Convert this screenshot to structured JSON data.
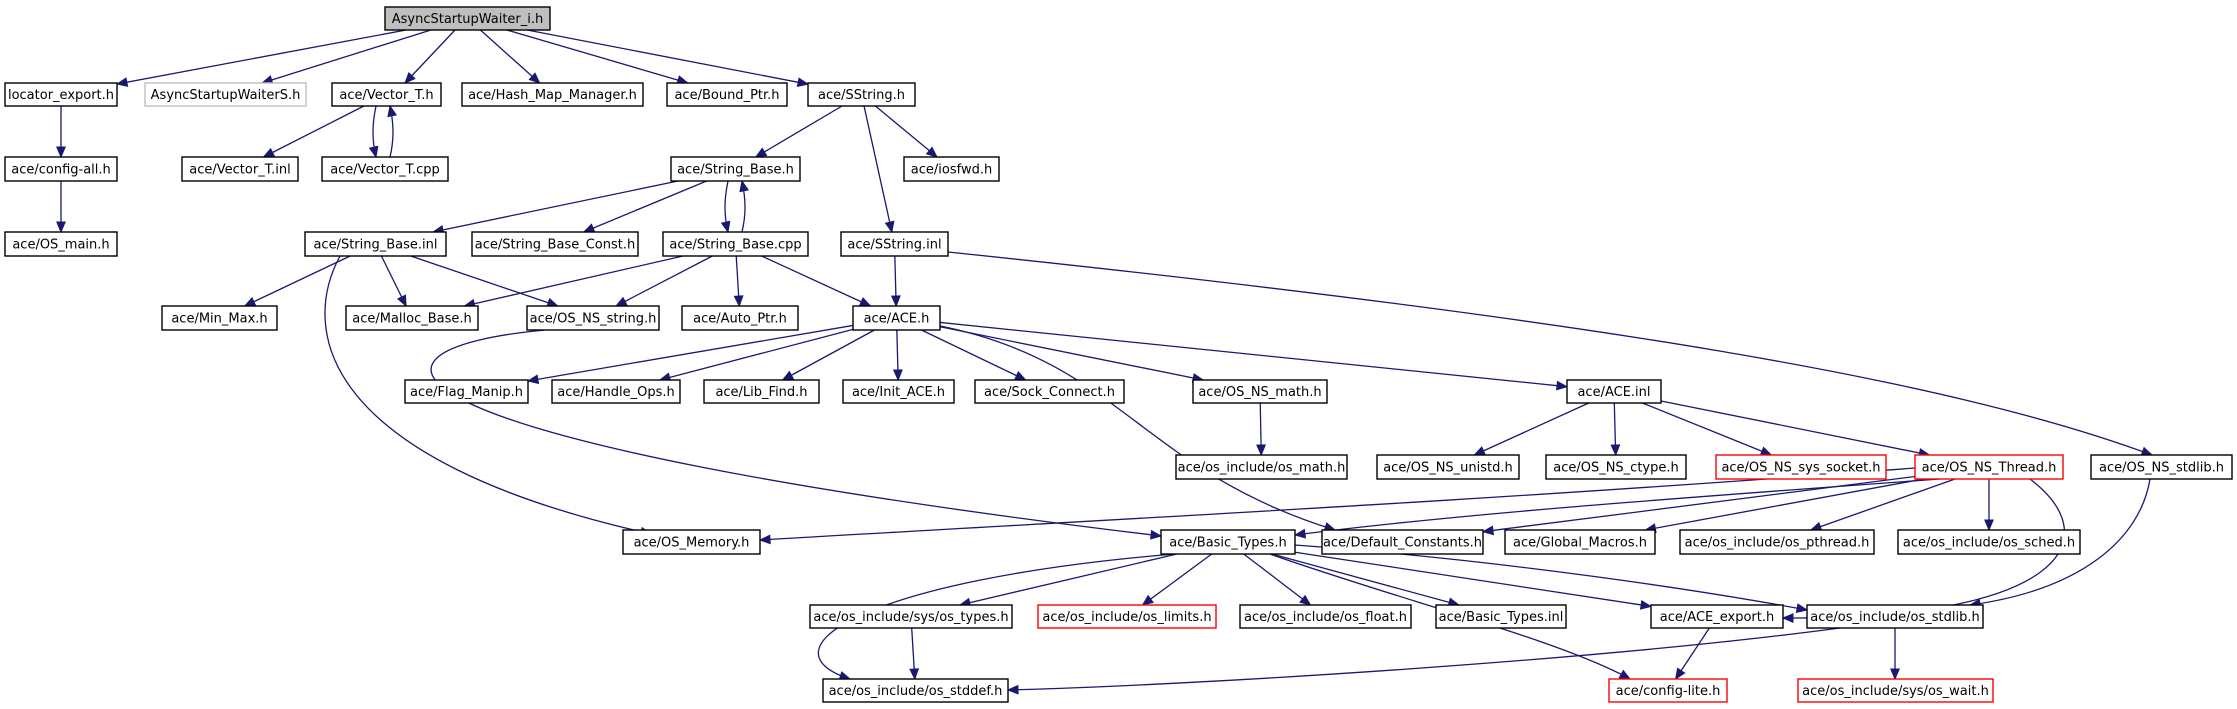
{
  "diagram": {
    "title": "",
    "colors": {
      "edge": "#191970",
      "node_border": "#000000",
      "root_fill": "#bfbfbf",
      "unresolved_border": "#bfbfbf",
      "truncated_border": "#ff0000",
      "background": "#ffffff"
    },
    "nodes": [
      {
        "id": "root",
        "label": "AsyncStartupWaiter_i.h",
        "kind": "root"
      },
      {
        "id": "locator_export",
        "label": "locator_export.h"
      },
      {
        "id": "asyncS",
        "label": "AsyncStartupWaiterS.h",
        "kind": "gray"
      },
      {
        "id": "vector_t_h",
        "label": "ace/Vector_T.h"
      },
      {
        "id": "hash_map",
        "label": "ace/Hash_Map_Manager.h"
      },
      {
        "id": "bound_ptr",
        "label": "ace/Bound_Ptr.h"
      },
      {
        "id": "sstring_h",
        "label": "ace/SString.h"
      },
      {
        "id": "config_all",
        "label": "ace/config-all.h"
      },
      {
        "id": "vector_t_inl",
        "label": "ace/Vector_T.inl"
      },
      {
        "id": "vector_t_cpp",
        "label": "ace/Vector_T.cpp"
      },
      {
        "id": "string_base_h",
        "label": "ace/String_Base.h"
      },
      {
        "id": "iosfwd",
        "label": "ace/iosfwd.h"
      },
      {
        "id": "os_main",
        "label": "ace/OS_main.h"
      },
      {
        "id": "string_base_inl",
        "label": "ace/String_Base.inl"
      },
      {
        "id": "string_base_const",
        "label": "ace/String_Base_Const.h"
      },
      {
        "id": "string_base_cpp",
        "label": "ace/String_Base.cpp"
      },
      {
        "id": "sstring_inl",
        "label": "ace/SString.inl"
      },
      {
        "id": "min_max",
        "label": "ace/Min_Max.h"
      },
      {
        "id": "malloc_base",
        "label": "ace/Malloc_Base.h"
      },
      {
        "id": "os_ns_string",
        "label": "ace/OS_NS_string.h"
      },
      {
        "id": "auto_ptr",
        "label": "ace/Auto_Ptr.h"
      },
      {
        "id": "ace_h",
        "label": "ace/ACE.h"
      },
      {
        "id": "flag_manip",
        "label": "ace/Flag_Manip.h"
      },
      {
        "id": "handle_ops",
        "label": "ace/Handle_Ops.h"
      },
      {
        "id": "lib_find",
        "label": "ace/Lib_Find.h"
      },
      {
        "id": "init_ace",
        "label": "ace/Init_ACE.h"
      },
      {
        "id": "sock_connect",
        "label": "ace/Sock_Connect.h"
      },
      {
        "id": "os_ns_math",
        "label": "ace/OS_NS_math.h"
      },
      {
        "id": "ace_inl",
        "label": "ace/ACE.inl"
      },
      {
        "id": "os_math",
        "label": "ace/os_include/os_math.h"
      },
      {
        "id": "os_ns_unistd",
        "label": "ace/OS_NS_unistd.h"
      },
      {
        "id": "os_ns_ctype",
        "label": "ace/OS_NS_ctype.h"
      },
      {
        "id": "os_ns_sys_socket",
        "label": "ace/OS_NS_sys_socket.h",
        "kind": "red"
      },
      {
        "id": "os_ns_thread",
        "label": "ace/OS_NS_Thread.h",
        "kind": "red"
      },
      {
        "id": "os_ns_stdlib",
        "label": "ace/OS_NS_stdlib.h"
      },
      {
        "id": "os_memory",
        "label": "ace/OS_Memory.h"
      },
      {
        "id": "basic_types_h",
        "label": "ace/Basic_Types.h"
      },
      {
        "id": "default_constants",
        "label": "ace/Default_Constants.h"
      },
      {
        "id": "global_macros",
        "label": "ace/Global_Macros.h"
      },
      {
        "id": "os_pthread",
        "label": "ace/os_include/os_pthread.h"
      },
      {
        "id": "os_sched",
        "label": "ace/os_include/os_sched.h"
      },
      {
        "id": "sys_os_types",
        "label": "ace/os_include/sys/os_types.h"
      },
      {
        "id": "os_limits",
        "label": "ace/os_include/os_limits.h",
        "kind": "red"
      },
      {
        "id": "os_float",
        "label": "ace/os_include/os_float.h"
      },
      {
        "id": "basic_types_inl",
        "label": "ace/Basic_Types.inl"
      },
      {
        "id": "ace_export",
        "label": "ace/ACE_export.h"
      },
      {
        "id": "os_stdlib",
        "label": "ace/os_include/os_stdlib.h"
      },
      {
        "id": "os_stddef",
        "label": "ace/os_include/os_stddef.h"
      },
      {
        "id": "config_lite",
        "label": "ace/config-lite.h",
        "kind": "red"
      },
      {
        "id": "sys_os_wait",
        "label": "ace/os_include/sys/os_wait.h",
        "kind": "red"
      }
    ],
    "edges": [
      {
        "from": "root",
        "to": "locator_export"
      },
      {
        "from": "root",
        "to": "asyncS"
      },
      {
        "from": "root",
        "to": "vector_t_h"
      },
      {
        "from": "root",
        "to": "hash_map"
      },
      {
        "from": "root",
        "to": "bound_ptr"
      },
      {
        "from": "root",
        "to": "sstring_h"
      },
      {
        "from": "locator_export",
        "to": "config_all"
      },
      {
        "from": "config_all",
        "to": "os_main"
      },
      {
        "from": "vector_t_h",
        "to": "vector_t_inl"
      },
      {
        "from": "vector_t_h",
        "to": "vector_t_cpp"
      },
      {
        "from": "vector_t_cpp",
        "to": "vector_t_h"
      },
      {
        "from": "sstring_h",
        "to": "string_base_h"
      },
      {
        "from": "sstring_h",
        "to": "iosfwd"
      },
      {
        "from": "sstring_h",
        "to": "sstring_inl"
      },
      {
        "from": "string_base_h",
        "to": "string_base_inl"
      },
      {
        "from": "string_base_h",
        "to": "string_base_const"
      },
      {
        "from": "string_base_h",
        "to": "string_base_cpp"
      },
      {
        "from": "string_base_cpp",
        "to": "string_base_h"
      },
      {
        "from": "string_base_inl",
        "to": "min_max"
      },
      {
        "from": "string_base_inl",
        "to": "malloc_base"
      },
      {
        "from": "string_base_inl",
        "to": "os_ns_string"
      },
      {
        "from": "string_base_inl",
        "to": "os_memory"
      },
      {
        "from": "string_base_cpp",
        "to": "malloc_base"
      },
      {
        "from": "string_base_cpp",
        "to": "os_ns_string"
      },
      {
        "from": "string_base_cpp",
        "to": "auto_ptr"
      },
      {
        "from": "string_base_cpp",
        "to": "ace_h"
      },
      {
        "from": "sstring_inl",
        "to": "ace_h"
      },
      {
        "from": "sstring_inl",
        "to": "os_ns_stdlib"
      },
      {
        "from": "os_ns_string",
        "to": "basic_types_h"
      },
      {
        "from": "ace_h",
        "to": "flag_manip"
      },
      {
        "from": "ace_h",
        "to": "handle_ops"
      },
      {
        "from": "ace_h",
        "to": "lib_find"
      },
      {
        "from": "ace_h",
        "to": "init_ace"
      },
      {
        "from": "ace_h",
        "to": "sock_connect"
      },
      {
        "from": "ace_h",
        "to": "os_ns_math"
      },
      {
        "from": "ace_h",
        "to": "ace_inl"
      },
      {
        "from": "ace_h",
        "to": "default_constants"
      },
      {
        "from": "os_ns_math",
        "to": "os_math"
      },
      {
        "from": "ace_inl",
        "to": "os_ns_unistd"
      },
      {
        "from": "ace_inl",
        "to": "os_ns_ctype"
      },
      {
        "from": "ace_inl",
        "to": "os_ns_sys_socket"
      },
      {
        "from": "ace_inl",
        "to": "os_ns_thread"
      },
      {
        "from": "os_ns_thread",
        "to": "os_memory"
      },
      {
        "from": "os_ns_thread",
        "to": "basic_types_h"
      },
      {
        "from": "os_ns_thread",
        "to": "default_constants"
      },
      {
        "from": "os_ns_thread",
        "to": "global_macros"
      },
      {
        "from": "os_ns_thread",
        "to": "os_pthread"
      },
      {
        "from": "os_ns_thread",
        "to": "os_sched"
      },
      {
        "from": "os_ns_thread",
        "to": "ace_export"
      },
      {
        "from": "os_ns_stdlib",
        "to": "os_stdlib"
      },
      {
        "from": "basic_types_h",
        "to": "sys_os_types"
      },
      {
        "from": "basic_types_h",
        "to": "os_limits"
      },
      {
        "from": "basic_types_h",
        "to": "os_float"
      },
      {
        "from": "basic_types_h",
        "to": "basic_types_inl"
      },
      {
        "from": "basic_types_h",
        "to": "ace_export"
      },
      {
        "from": "basic_types_h",
        "to": "os_stdlib"
      },
      {
        "from": "basic_types_h",
        "to": "config_lite"
      },
      {
        "from": "basic_types_h",
        "to": "os_stddef"
      },
      {
        "from": "sys_os_types",
        "to": "os_stddef"
      },
      {
        "from": "ace_export",
        "to": "config_lite"
      },
      {
        "from": "os_stdlib",
        "to": "os_stddef"
      },
      {
        "from": "os_stdlib",
        "to": "sys_os_wait"
      }
    ]
  }
}
